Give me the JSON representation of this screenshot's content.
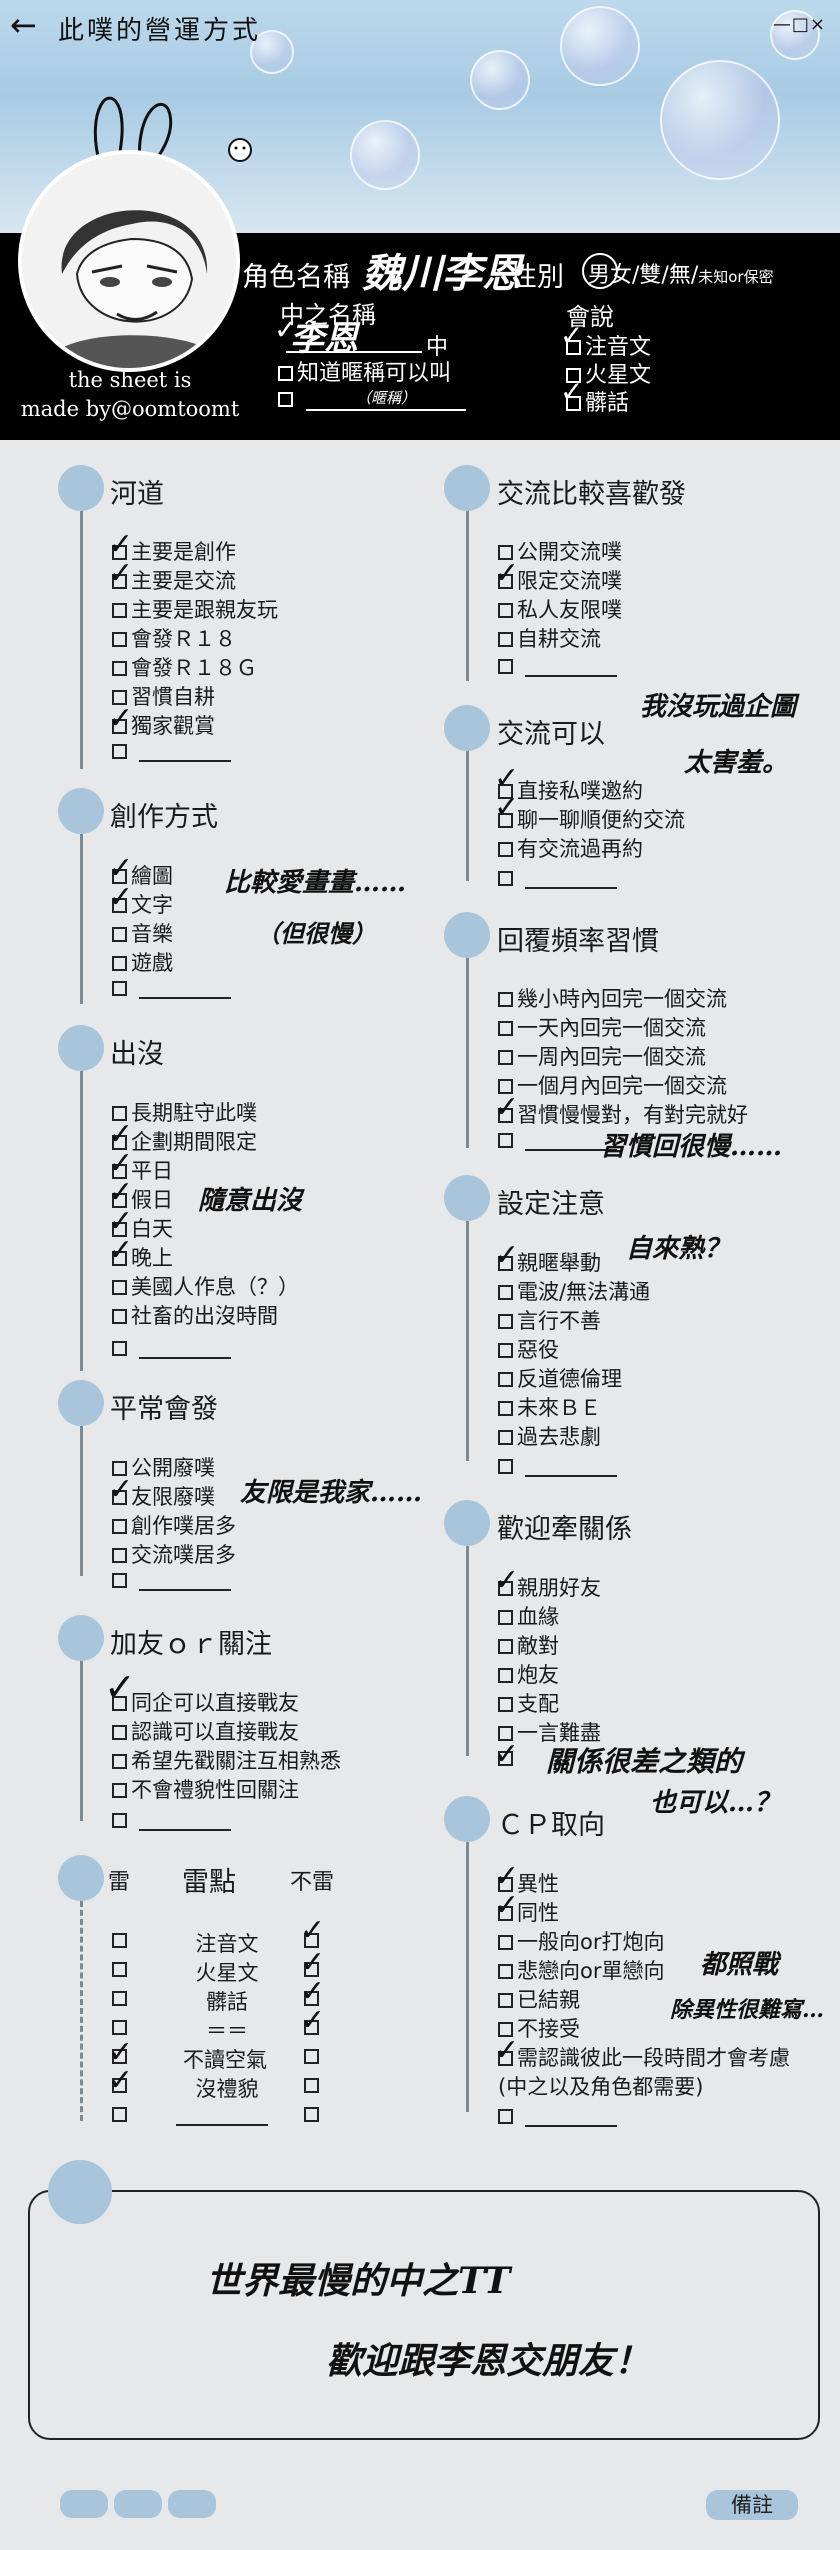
{
  "header": {
    "title": "此噗的營運方式",
    "back_icon": "←",
    "window_controls": "—□×",
    "credit_line1": "the sheet is",
    "credit_line2": "made by@oomtoomt"
  },
  "profile": {
    "name_label": "角色名稱",
    "name_value": "魏川李恩",
    "gender_label": "性別",
    "gender_options": "男女/雙/無/",
    "gender_small": "未知or保密",
    "nickname_title": "中之名稱",
    "nickname_value": "李恩",
    "nickname_suffix": "中",
    "nickname_opt2": "知道暱稱可以叫",
    "nickname_placeholder": "（暱稱）",
    "lang_title": "會說",
    "lang_items": [
      "注音文",
      "火星文",
      "髒話"
    ]
  },
  "sections": {
    "river": {
      "title": "河道",
      "options": [
        "主要是創作",
        "主要是交流",
        "主要是跟親友玩",
        "會發Ｒ１８",
        "會發Ｒ１８Ｇ",
        "習慣自耕",
        "獨家觀賞"
      ]
    },
    "creation": {
      "title": "創作方式",
      "options": [
        "繪圖",
        "文字",
        "音樂",
        "遊戲"
      ],
      "note1": "比較愛畫畫……",
      "note2": "（但很慢）"
    },
    "presence": {
      "title": "出沒",
      "options": [
        "長期駐守此噗",
        "企劃期間限定",
        "平日",
        "假日",
        "白天",
        "晚上",
        "美國人作息（？）",
        "社畜的出沒時間"
      ],
      "note": "隨意出沒"
    },
    "usual": {
      "title": "平常會發",
      "options": [
        "公開廢噗",
        "友限廢噗",
        "創作噗居多",
        "交流噗居多"
      ],
      "note": "友限是我家……"
    },
    "follow": {
      "title": "加友ｏｒ關注",
      "options": [
        "同企可以直接戰友",
        "認識可以直接戰友",
        "希望先戳關注互相熟悉",
        "不會禮貌性回關注"
      ]
    },
    "mines": {
      "title": "雷點",
      "col_left": "雷",
      "col_right": "不雷",
      "items": [
        "注音文",
        "火星文",
        "髒話",
        "＝＝",
        "不讀空氣",
        "沒禮貌"
      ]
    },
    "exchange_pref": {
      "title": "交流比較喜歡發",
      "options": [
        "公開交流噗",
        "限定交流噗",
        "私人友限噗",
        "自耕交流"
      ]
    },
    "exchange_ok": {
      "title": "交流可以",
      "options": [
        "直接私噗邀約",
        "聊一聊順便約交流",
        "有交流過再約"
      ],
      "note1": "我沒玩過企圖",
      "note2": "太害羞。"
    },
    "reply": {
      "title": "回覆頻率習慣",
      "options": [
        "幾小時內回完一個交流",
        "一天內回完一個交流",
        "一周內回完一個交流",
        "一個月內回完一個交流",
        "習慣慢慢對，有對完就好"
      ],
      "note": "習慣回很慢……"
    },
    "setting": {
      "title": "設定注意",
      "options": [
        "親暱舉動",
        "電波/無法溝通",
        "言行不善",
        "惡役",
        "反道德倫理",
        "未來ＢＥ",
        "過去悲劇"
      ],
      "note": "自來熟？"
    },
    "relation": {
      "title": "歡迎牽關係",
      "options": [
        "親朋好友",
        "血緣",
        "敵對",
        "炮友",
        "支配",
        "一言難盡"
      ],
      "note1": "關係很差之類的",
      "note2": "也可以…？"
    },
    "cp": {
      "title": "ＣＰ取向",
      "options": [
        "異性",
        "同性",
        "一般向or打炮向",
        "悲戀向or單戀向",
        "已結親",
        "不接受",
        "需認識彼此一段時間才會考慮",
        "(中之以及角色都需要)"
      ],
      "note1": "都照戰",
      "note2": "除異性很難寫…"
    }
  },
  "memo": {
    "line1": "世界最慢的中之TT",
    "line2": "歡迎跟李恩交朋友！"
  },
  "footer": {
    "notes_button": "備註"
  }
}
